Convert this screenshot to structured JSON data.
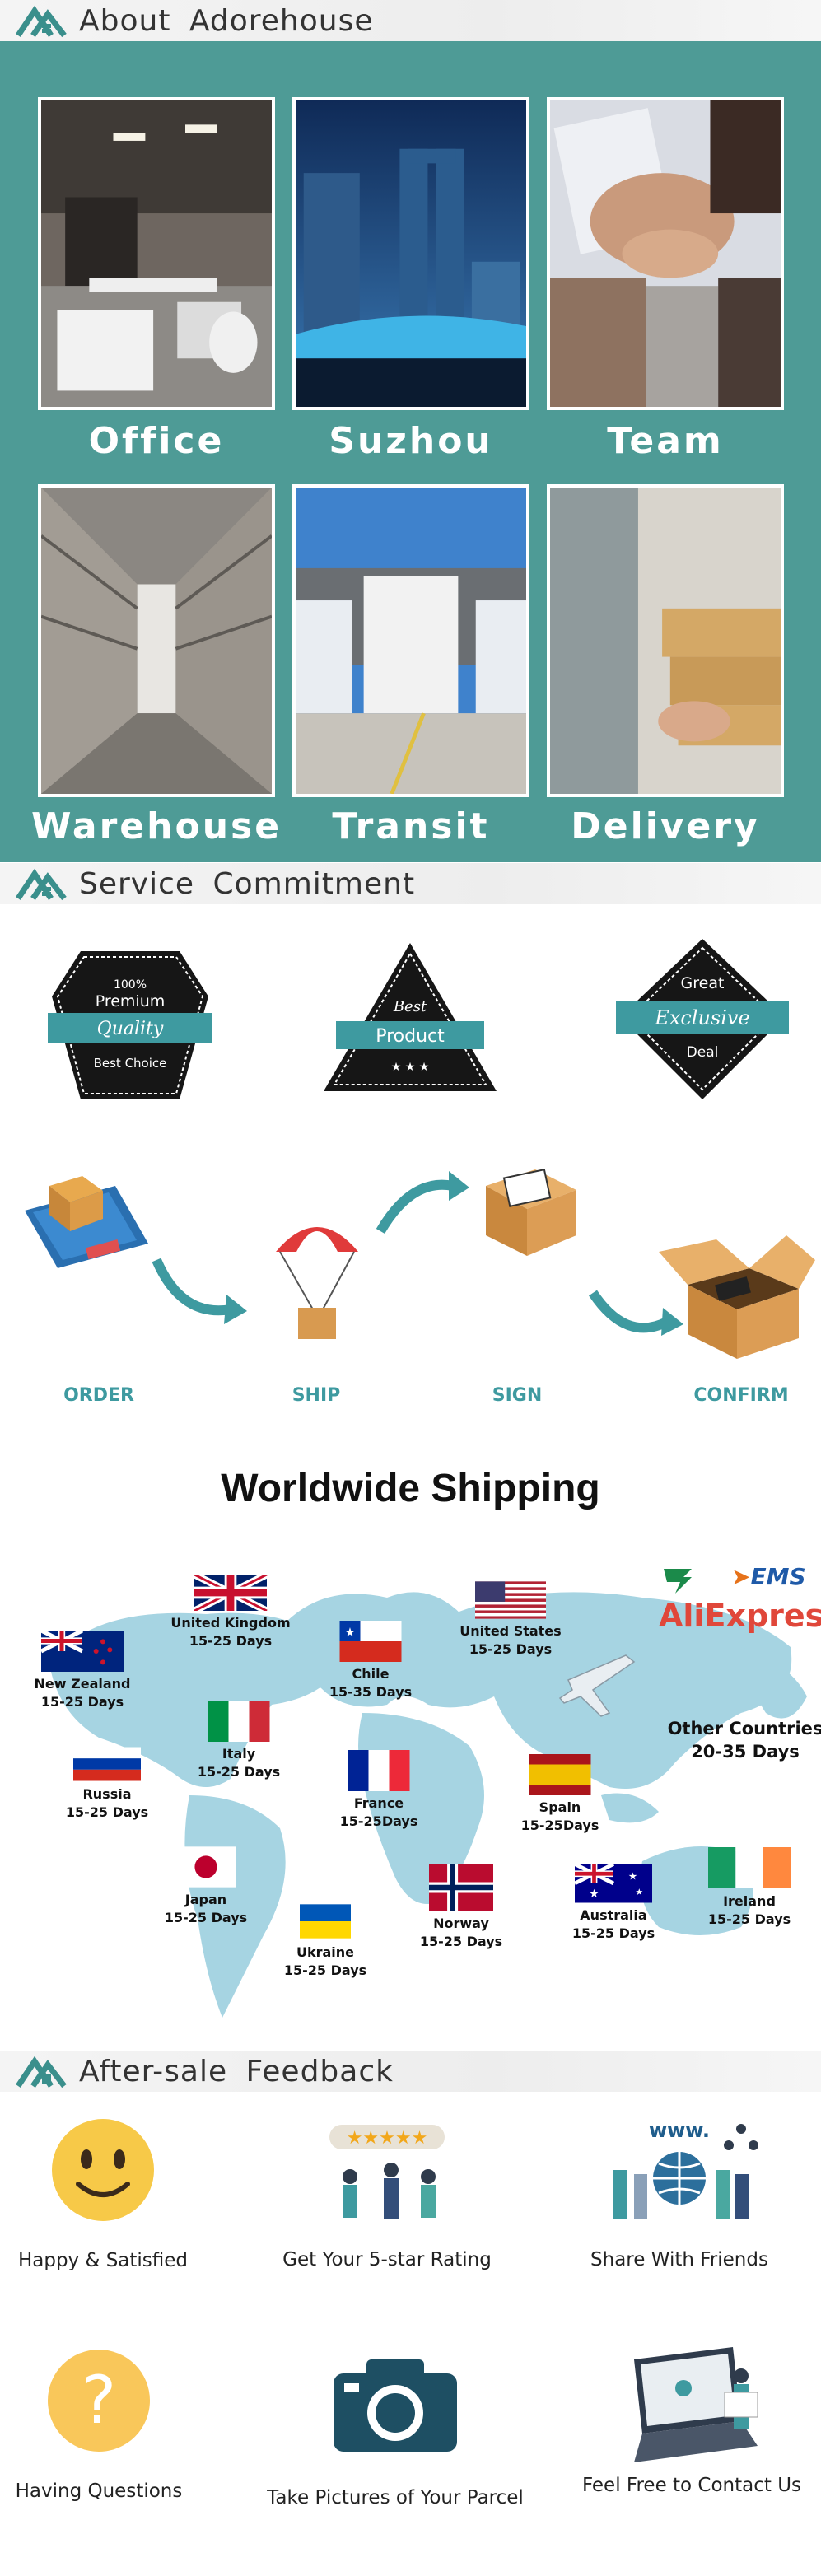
{
  "sections": {
    "about": "About  Adorehouse",
    "service": "Service  Commitment",
    "aftersale": "After-sale  Feedback"
  },
  "about_tiles": [
    {
      "label": "Office",
      "icon": "office-photo"
    },
    {
      "label": "Suzhou",
      "icon": "city-skyline-photo"
    },
    {
      "label": "Team",
      "icon": "team-hands-photo"
    },
    {
      "label": "Warehouse",
      "icon": "warehouse-photo"
    },
    {
      "label": "Transit",
      "icon": "truck-dock-photo"
    },
    {
      "label": "Delivery",
      "icon": "parcel-delivery-photo"
    }
  ],
  "badges": {
    "quality": {
      "top": "100%",
      "mid": "Premium",
      "ribbon": "Quality",
      "bottom": "Best Choice"
    },
    "product": {
      "top": "Best",
      "ribbon": "Product"
    },
    "deal": {
      "top": "Great",
      "ribbon": "Exclusive",
      "bottom": "Deal"
    }
  },
  "steps": [
    "ORDER",
    "SHIP",
    "SIGN",
    "CONFIRM"
  ],
  "worldwide": {
    "title": "Worldwide Shipping",
    "couriers": {
      "ems": "EMS",
      "ali_a": "Ali",
      "ali_b": "Express"
    },
    "other": {
      "name": "Other Countries",
      "days": "20-35 Days"
    },
    "countries": [
      {
        "name": "United Kingdom",
        "days": "15-25 Days"
      },
      {
        "name": "New Zealand",
        "days": "15-25 Days"
      },
      {
        "name": "Chile",
        "days": "15-35 Days"
      },
      {
        "name": "United States",
        "days": "15-25 Days"
      },
      {
        "name": "Italy",
        "days": "15-25 Days"
      },
      {
        "name": "Russia",
        "days": "15-25 Days"
      },
      {
        "name": "France",
        "days": "15-25Days"
      },
      {
        "name": "Spain",
        "days": "15-25Days"
      },
      {
        "name": "Japan",
        "days": "15-25 Days"
      },
      {
        "name": "Ireland",
        "days": "15-25 Days"
      },
      {
        "name": "Ukraine",
        "days": "15-25 Days"
      },
      {
        "name": "Norway",
        "days": "15-25 Days"
      },
      {
        "name": "Australia",
        "days": "15-25 Days"
      }
    ]
  },
  "feedback": [
    {
      "label": "Happy & Satisfied",
      "icon": "smiley-icon"
    },
    {
      "label": "Get Your 5-star Rating",
      "icon": "five-star-rating-icon"
    },
    {
      "label": "Share With Friends",
      "icon": "share-network-icon"
    },
    {
      "label": "Having Questions",
      "icon": "question-mark-icon"
    },
    {
      "label": "Take Pictures of Your Parcel",
      "icon": "camera-icon"
    },
    {
      "label": "Feel Free to Contact Us",
      "icon": "contact-laptop-icon"
    }
  ],
  "colors": {
    "teal": "#4e9b96",
    "step_teal": "#3e9aa0",
    "map_blue": "#a6d4e2"
  }
}
